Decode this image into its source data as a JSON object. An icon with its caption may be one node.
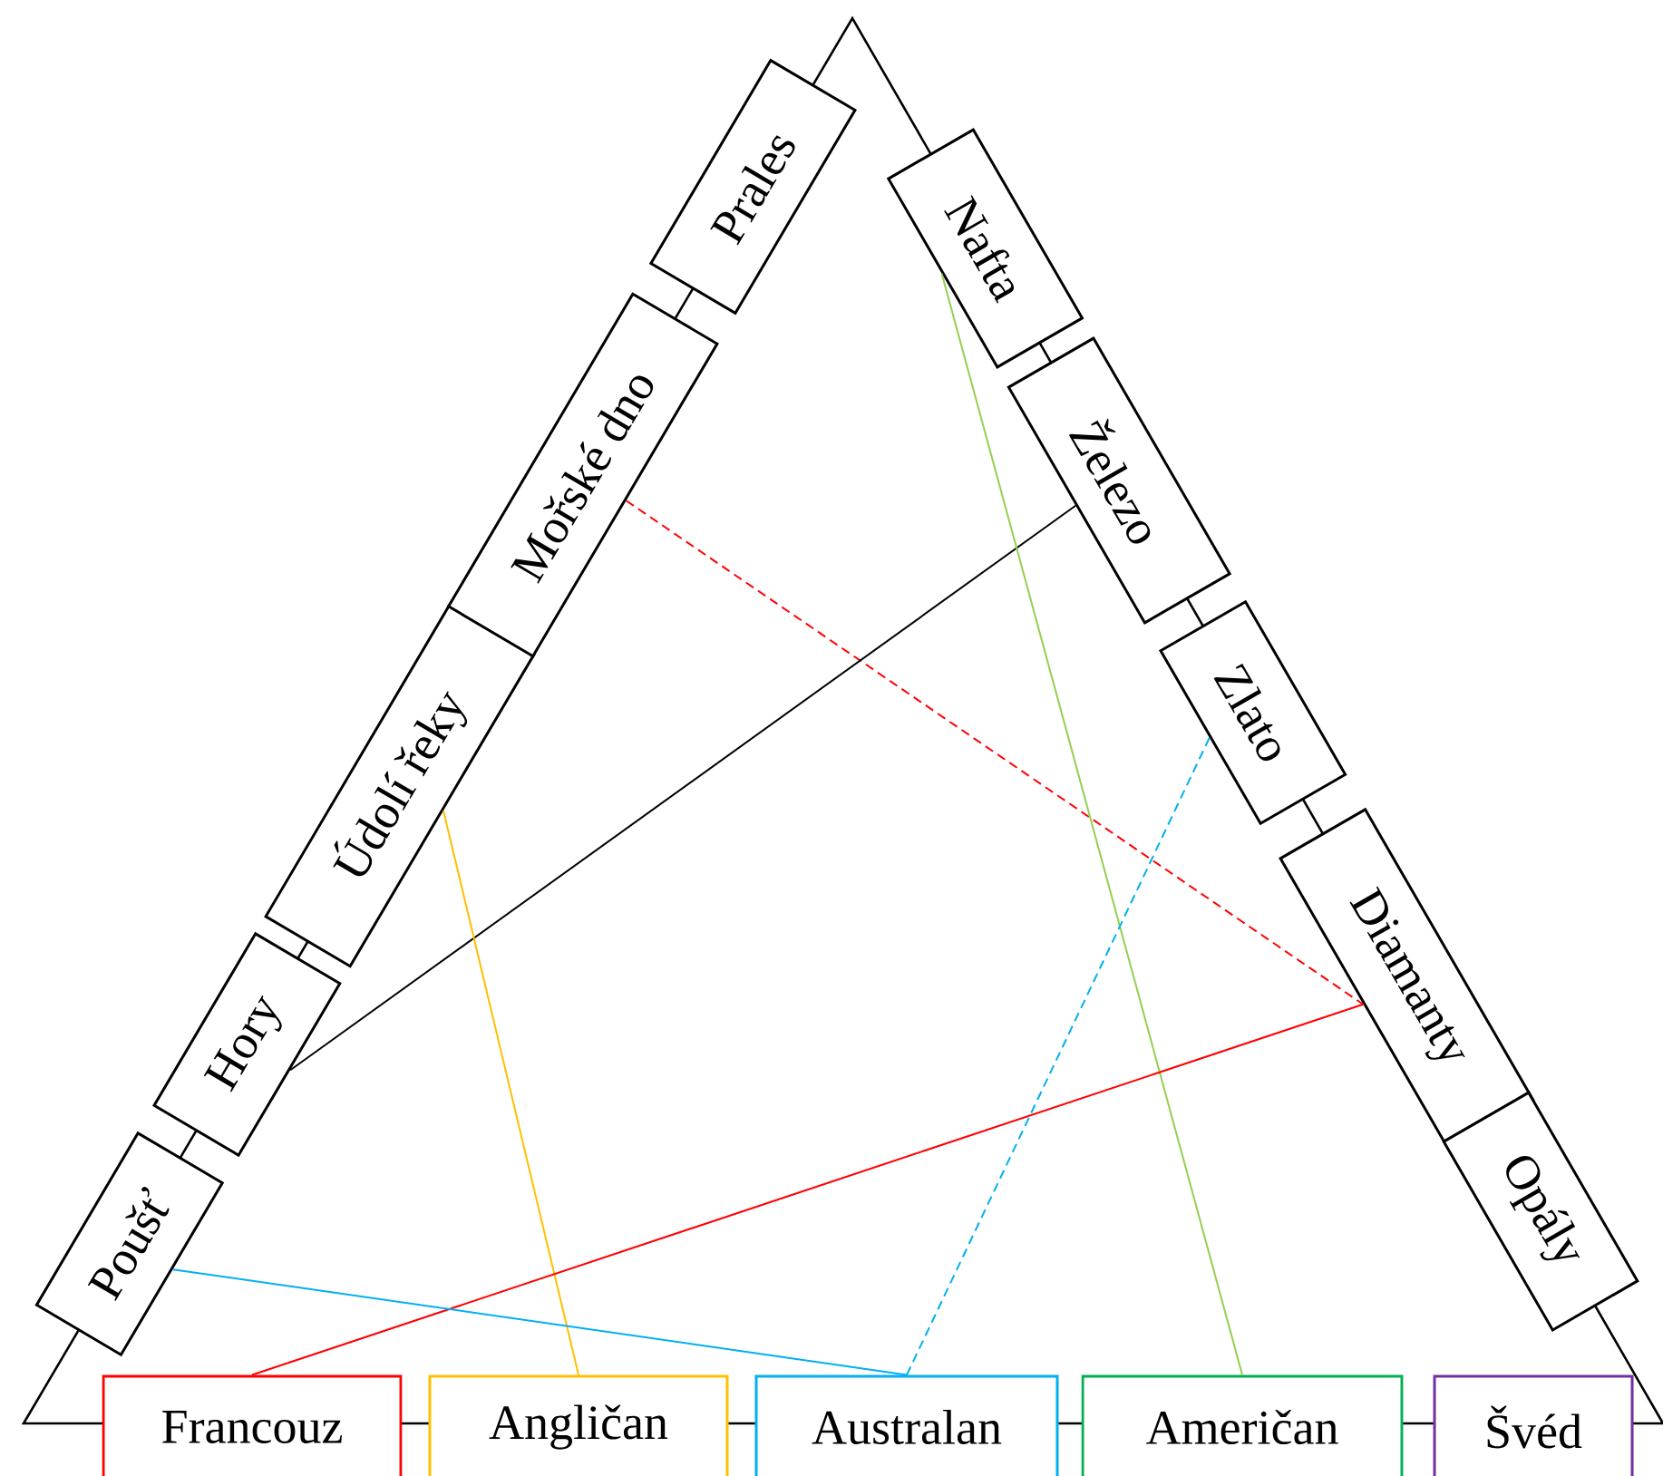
{
  "diagram": {
    "nodes": [
      {
        "text": [
          "Poušť"
        ]
      },
      {
        "text": [
          "Hory"
        ]
      },
      {
        "text": [
          "Údolí řeky"
        ]
      },
      {
        "text": [
          "Mořské dno"
        ]
      },
      {
        "text": [
          "Prales"
        ]
      },
      {
        "text": [
          "Nafta"
        ]
      },
      {
        "text": [
          "Železo"
        ]
      },
      {
        "text": [
          "Zlato"
        ]
      },
      {
        "text": [
          "Diamanty"
        ]
      },
      {
        "text": [
          "Opály"
        ]
      },
      {
        "text": [
          "Francouz"
        ]
      },
      {
        "text": [
          "Angličan"
        ]
      },
      {
        "text": [
          "Australan"
        ]
      },
      {
        "text": [
          "Američan"
        ]
      },
      {
        "text": [
          "Švéd"
        ]
      }
    ],
    "edges": [
      {
        "from": 3,
        "to": 8,
        "arrow": "none",
        "style": "dashed",
        "color": "#ff0000"
      },
      {
        "from": 6,
        "to": 1,
        "arrow": "none",
        "color": "#000000"
      },
      {
        "from": 5,
        "to": 13,
        "arrow": "none",
        "color": "#92d050"
      },
      {
        "from": 7,
        "to": 12,
        "arrow": "none",
        "style": "dashed",
        "color": "#00b0f0"
      },
      {
        "from": 2,
        "to": 11,
        "arrow": "none",
        "color": "#ffc000"
      },
      {
        "from": 8,
        "to": 10,
        "arrow": "none",
        "color": "#ff0000"
      },
      {
        "from": 0,
        "to": 12,
        "arrow": "none",
        "color": "#00b0f0"
      }
    ]
  }
}
